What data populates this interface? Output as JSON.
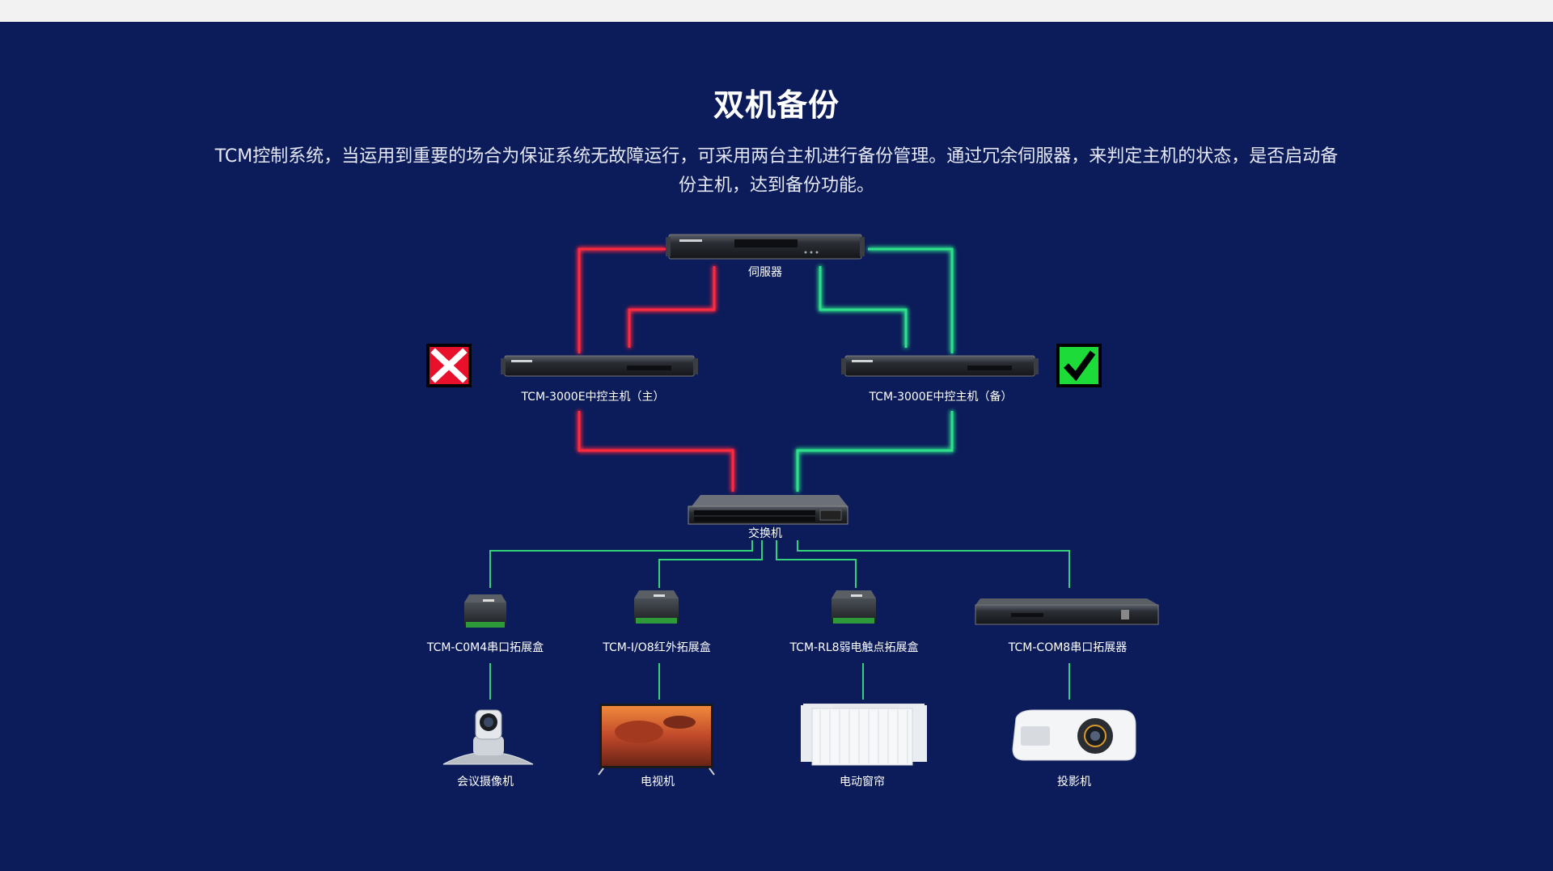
{
  "title": "双机备份",
  "description": "TCM控制系统，当运用到重要的场合为保证系统无故障运行，可采用两台主机进行备份管理。通过冗余伺服器，来判定主机的状态，是否启动备份主机，达到备份功能。",
  "colors": {
    "panel_bg": "#0c1c5a",
    "red_line": "#ff2a40",
    "green_line": "#2ee08a",
    "thin_line": "#35d07a"
  },
  "diagram": {
    "server": {
      "label": "伺服器"
    },
    "host_main": {
      "label": "TCM-3000E中控主机（主）",
      "status_icon": "red-x-icon"
    },
    "host_backup": {
      "label": "TCM-3000E中控主机（备）",
      "status_icon": "green-check-icon"
    },
    "switch": {
      "label": "交换机"
    },
    "expanders": [
      {
        "label": "TCM-C0M4串口拓展盒"
      },
      {
        "label": "TCM-I/O8红外拓展盒"
      },
      {
        "label": "TCM-RL8弱电触点拓展盒"
      },
      {
        "label": "TCM-COM8串口拓展器"
      }
    ],
    "devices": [
      {
        "label": "会议摄像机",
        "icon": "ptz-camera-icon"
      },
      {
        "label": "电视机",
        "icon": "tv-icon"
      },
      {
        "label": "电动窗帘",
        "icon": "curtain-icon"
      },
      {
        "label": "投影机",
        "icon": "projector-icon"
      }
    ]
  }
}
